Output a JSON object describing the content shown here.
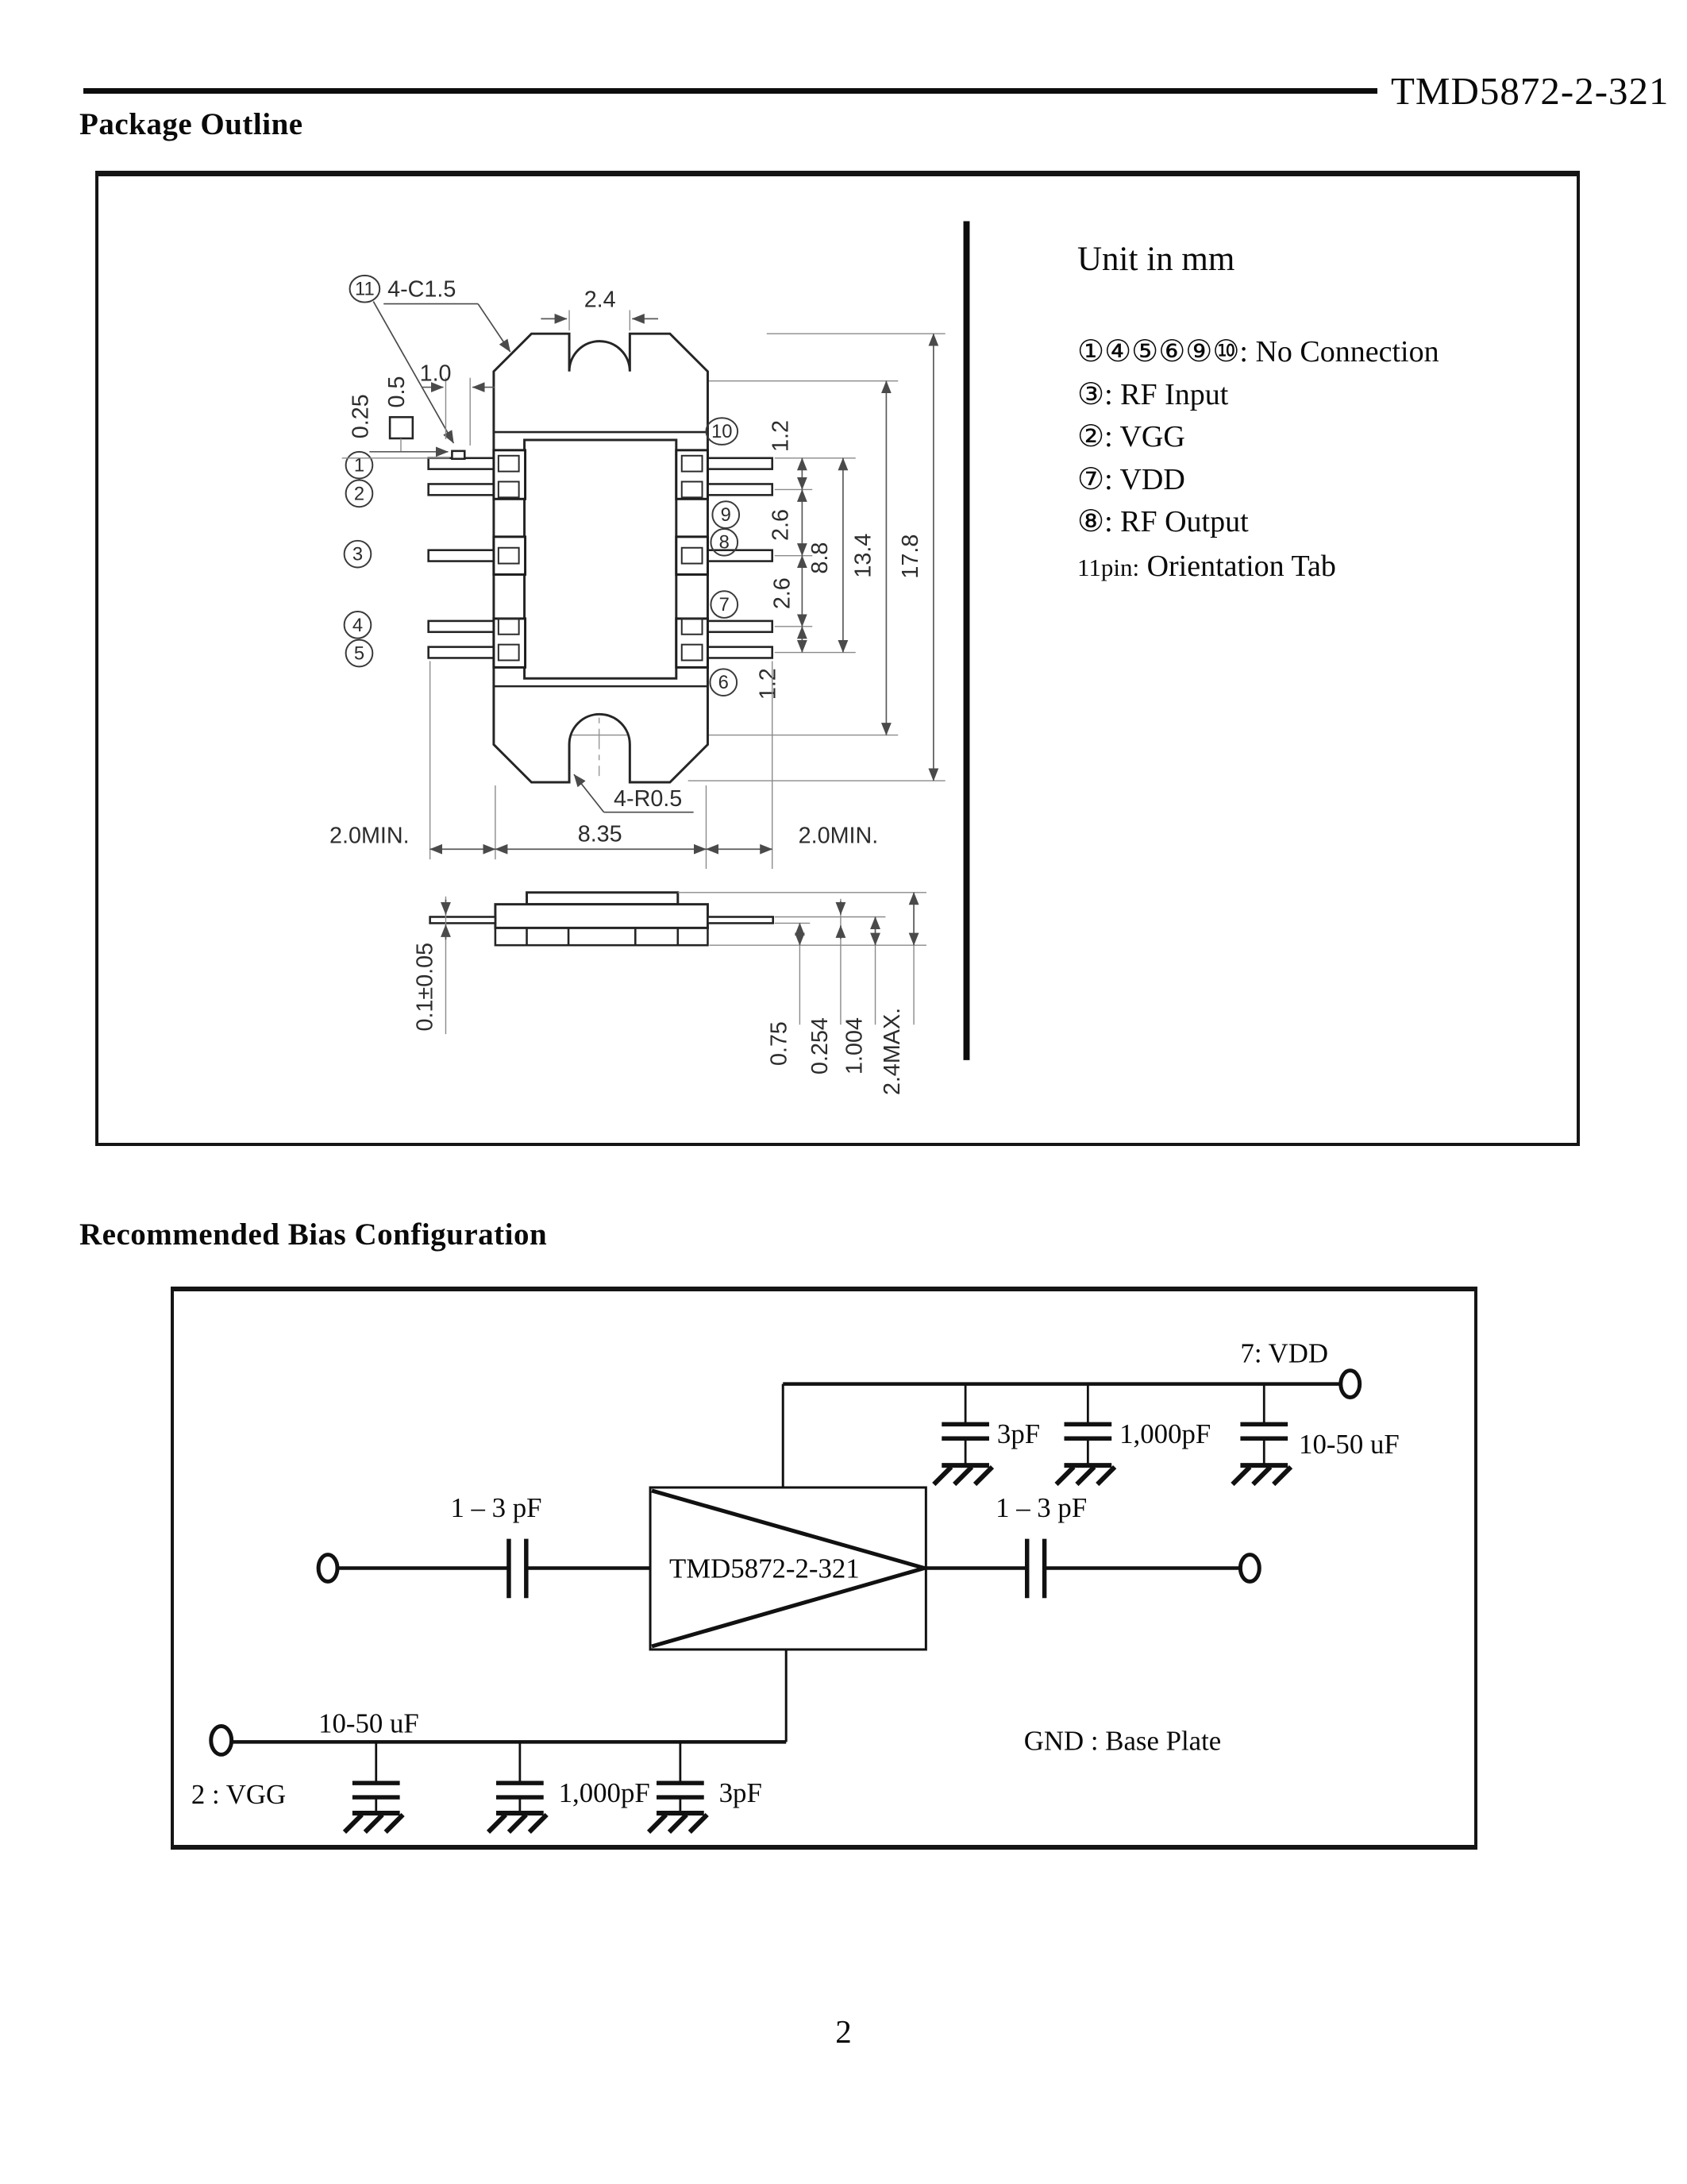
{
  "page": {
    "doc_number": "TMD5872-2-321",
    "page_number": "2",
    "sections": {
      "package_outline": "Package Outline",
      "bias": "Recommended Bias Configuration"
    }
  },
  "pkg": {
    "unit_note": "Unit in mm",
    "legend": [
      "①④⑤⑥⑨⑩: No Connection",
      "③: RF Input",
      "②: VGG",
      "⑦: VDD",
      "⑧: RF Output"
    ],
    "legend11": {
      "prefix": "11pin:",
      "label": "Orientation Tab"
    },
    "pins_left": [
      "1",
      "2",
      "3",
      "4",
      "5"
    ],
    "pins_right": [
      "10",
      "9",
      "8",
      "7",
      "6"
    ],
    "tab_pin": "11",
    "dims": {
      "c15": "4-C1.5",
      "notch_w": "2.4",
      "tab_off": "1.0",
      "tab_w": "0.5",
      "tab_h": "0.25",
      "pitch_top": "1.2",
      "pitch_a": "2.6",
      "span_pins": "8.8",
      "pitch_b": "2.6",
      "pitch_bot": "1.2",
      "notch_span": "13.4",
      "len_total": "17.8",
      "r05": "4-R0.5",
      "min_left": "2.0MIN.",
      "body_w": "8.35",
      "min_right": "2.0MIN.",
      "standoff": "0.1±0.05",
      "lead_drop": "0.75",
      "lead_t": "0.254",
      "seat": "1.004",
      "h_max": "2.4MAX."
    }
  },
  "bias": {
    "vdd": "7: VDD",
    "vgg": "2 : VGG",
    "gnd": "GND :   Base Plate",
    "amp": "TMD5872-2-321",
    "cap_in": "1 – 3 pF",
    "cap_out": "1 – 3 pF",
    "vdd_caps": [
      "3pF",
      "1,000pF",
      "10-50 uF"
    ],
    "vgg_caps": [
      "10-50 uF",
      "1,000pF",
      "3pF"
    ]
  }
}
